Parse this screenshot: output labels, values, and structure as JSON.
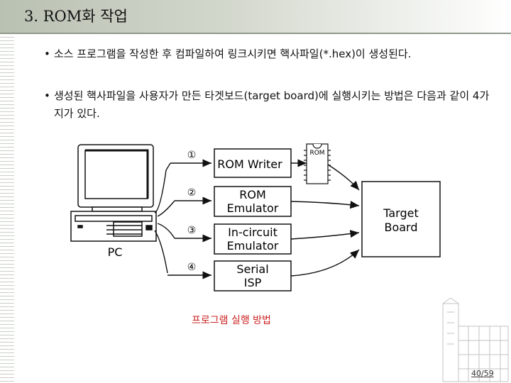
{
  "slide": {
    "title": "3. ROM화 작업",
    "bullets": [
      "소스 프로그램을 작성한 후 컴파일하여 링크시키면 핵사파일(*.hex)이 생성된다.",
      "생성된 핵사파일을 사용자가 만든 타겟보드(target board)에 실행시키는 방법은 다음과 같이 4가지가 있다."
    ],
    "page_number": "40/59"
  },
  "diagram": {
    "pc_label": "PC",
    "chip_label": "ROM",
    "target_label_1": "Target",
    "target_label_2": "Board",
    "methods": [
      {
        "num": "①",
        "line1": "ROM Writer",
        "line2": ""
      },
      {
        "num": "②",
        "line1": "ROM",
        "line2": "Emulator"
      },
      {
        "num": "③",
        "line1": "In-circuit",
        "line2": "Emulator"
      },
      {
        "num": "④",
        "line1": "Serial",
        "line2": "ISP"
      }
    ],
    "caption": "프로그램 실행 방법"
  }
}
